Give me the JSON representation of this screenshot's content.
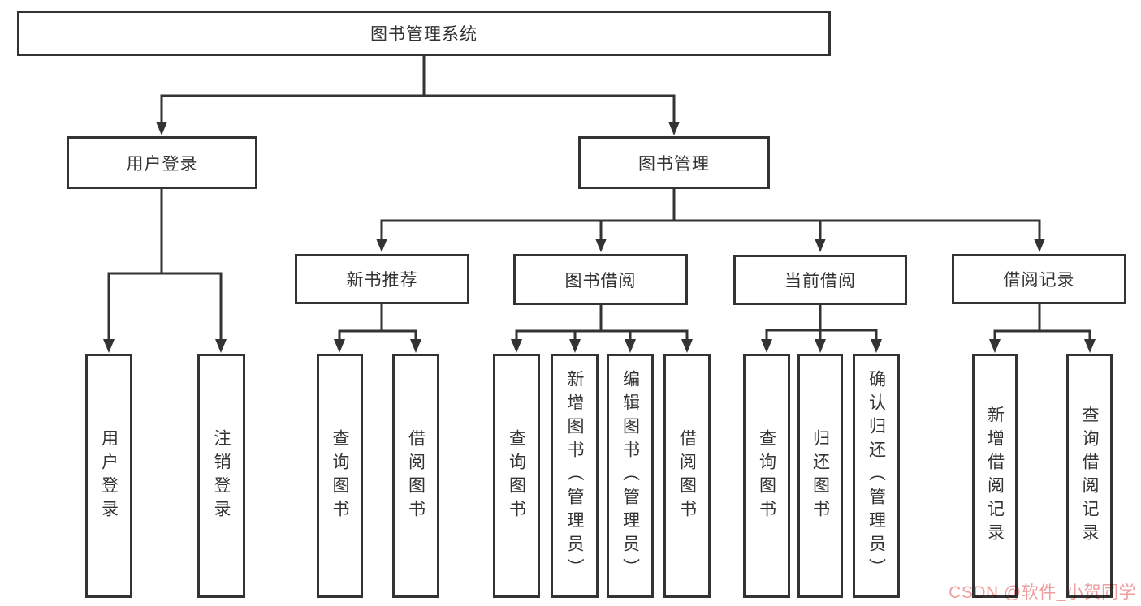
{
  "diagram": {
    "type": "hierarchy-tree",
    "line_color": "#333333",
    "box_border_color": "#333333",
    "text_color": "#333333",
    "tree": {
      "label": "图书管理系统",
      "children": [
        {
          "label": "用户登录",
          "children": [
            {
              "label": "用户登录"
            },
            {
              "label": "注销登录"
            }
          ]
        },
        {
          "label": "图书管理",
          "children": [
            {
              "label": "新书推荐",
              "children": [
                {
                  "label": "查询图书"
                },
                {
                  "label": "借阅图书"
                }
              ]
            },
            {
              "label": "图书借阅",
              "children": [
                {
                  "label": "查询图书"
                },
                {
                  "label": "新增图书（管理员）"
                },
                {
                  "label": "编辑图书（管理员）"
                },
                {
                  "label": "借阅图书"
                }
              ]
            },
            {
              "label": "当前借阅",
              "children": [
                {
                  "label": "查询图书"
                },
                {
                  "label": "归还图书"
                },
                {
                  "label": "确认归还（管理员）"
                }
              ]
            },
            {
              "label": "借阅记录",
              "children": [
                {
                  "label": "新增借阅记录"
                },
                {
                  "label": "查询借阅记录"
                }
              ]
            }
          ]
        }
      ]
    }
  },
  "watermark": {
    "text": "CSDN @软件_小贺同学",
    "color": "#ef9d9d"
  }
}
